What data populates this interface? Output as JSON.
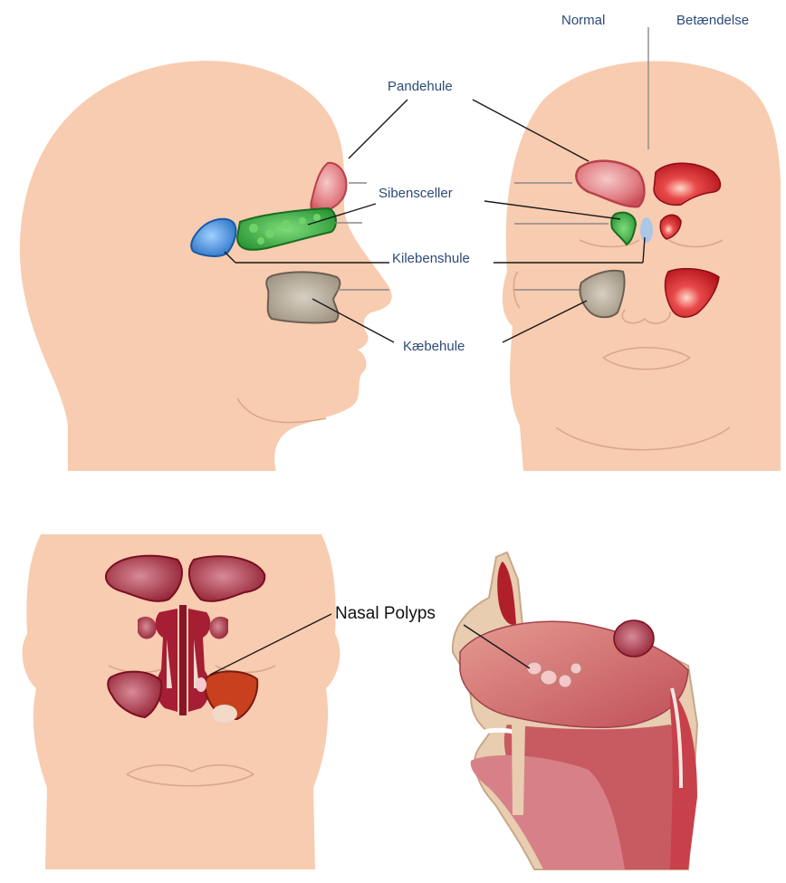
{
  "labels": {
    "normal": "Normal",
    "inflamed": "Betændelse",
    "frontal_sinus": "Pandehule",
    "ethmoid_cells": "Sibensceller",
    "sphenoid_sinus": "Kilebenshule",
    "maxillary_sinus": "Kæbehule",
    "nasal_polyps": "Nasal Polyps"
  },
  "colors": {
    "skin": "#f8ccb0",
    "frontal": "#d9606a",
    "ethmoid": "#2fa23a",
    "sphenoid": "#2f7fd1",
    "maxillary": "#a89a86",
    "inflamed": "#d0202a",
    "label_text": "#2c4a78"
  }
}
